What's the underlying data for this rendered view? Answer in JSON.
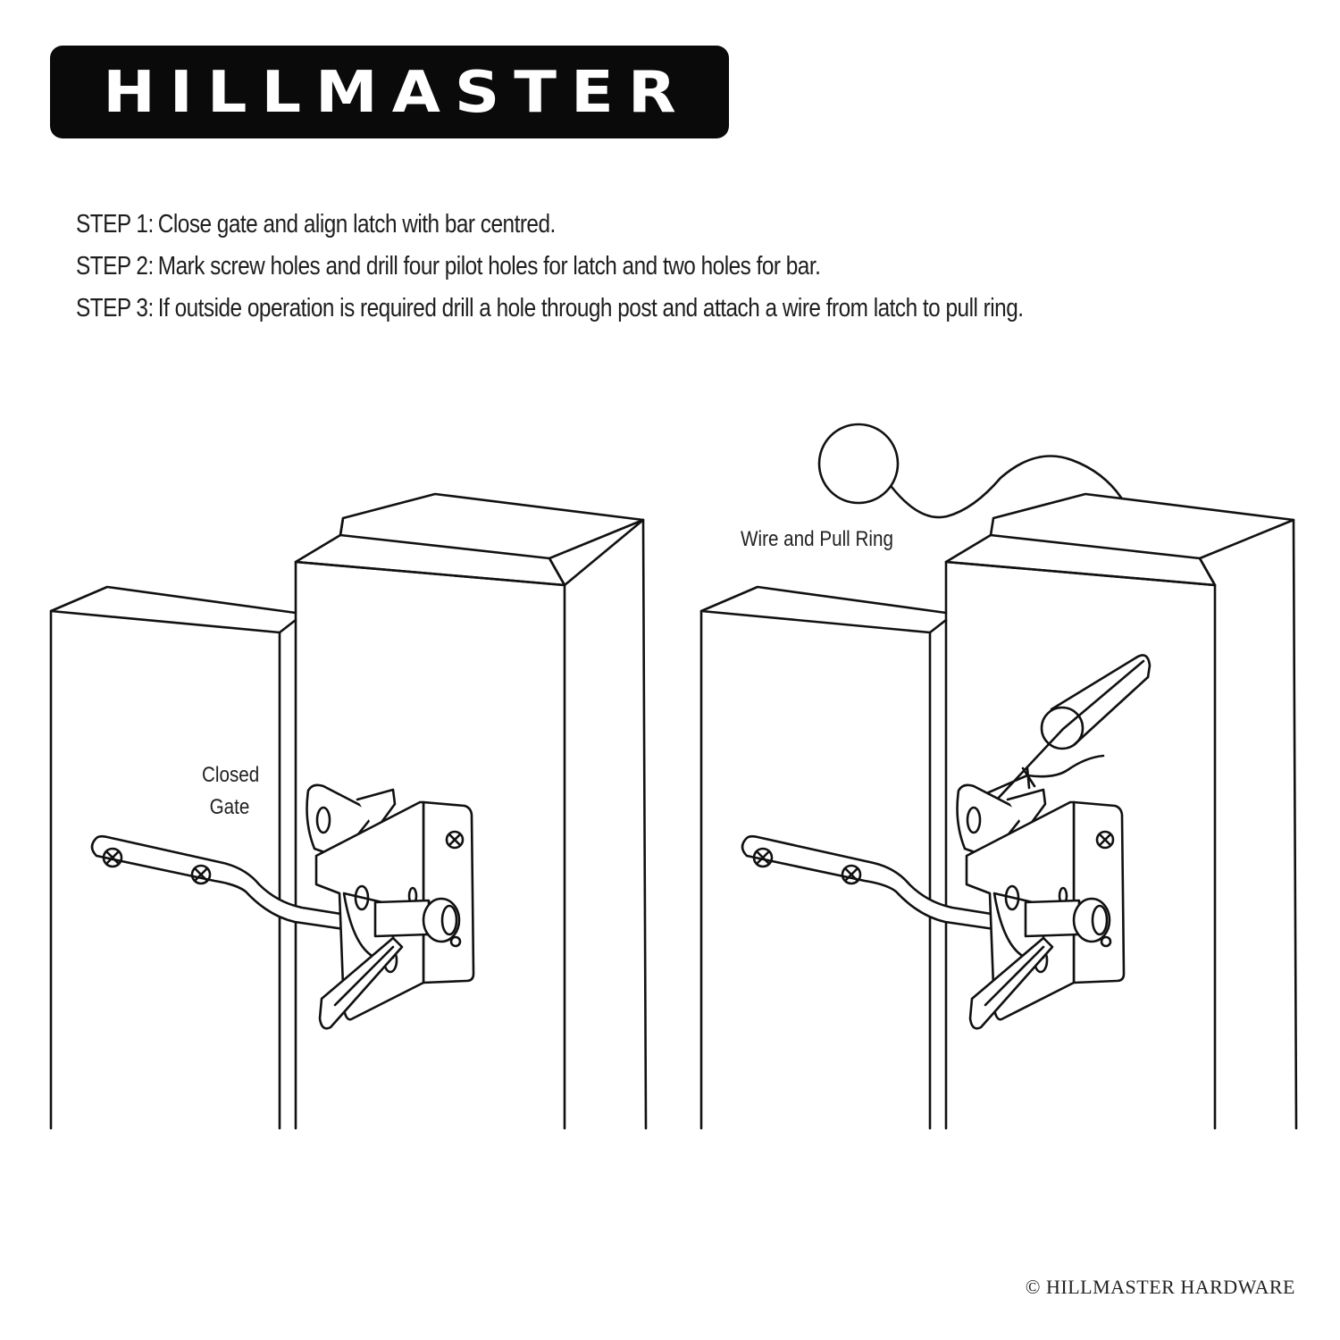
{
  "brand": {
    "logo_text": "HILLMASTER",
    "logo_bg_color": "#0a0a0a",
    "logo_text_color": "#ffffff"
  },
  "instructions": {
    "steps": [
      {
        "label": "STEP 1:",
        "text": "Close gate and align latch with bar centred."
      },
      {
        "label": "STEP 2:",
        "text": "Mark screw holes and drill four pilot holes for latch and two holes for bar."
      },
      {
        "label": "STEP 3:",
        "text": "If outside operation  is required drill a hole through post and attach a wire from latch to pull ring."
      }
    ]
  },
  "diagrams": {
    "left": {
      "caption_line1": "Closed",
      "caption_line2": "Gate",
      "parts": [
        "gate-post",
        "fence-post",
        "latch-bar",
        "gate-latch"
      ]
    },
    "right": {
      "caption": "Wire and Pull Ring",
      "parts": [
        "gate-post",
        "fence-post",
        "latch-bar",
        "gate-latch",
        "pull-ring",
        "wire",
        "drilled-hole"
      ]
    }
  },
  "footer": {
    "copyright": "© HILLMASTER HARDWARE"
  }
}
